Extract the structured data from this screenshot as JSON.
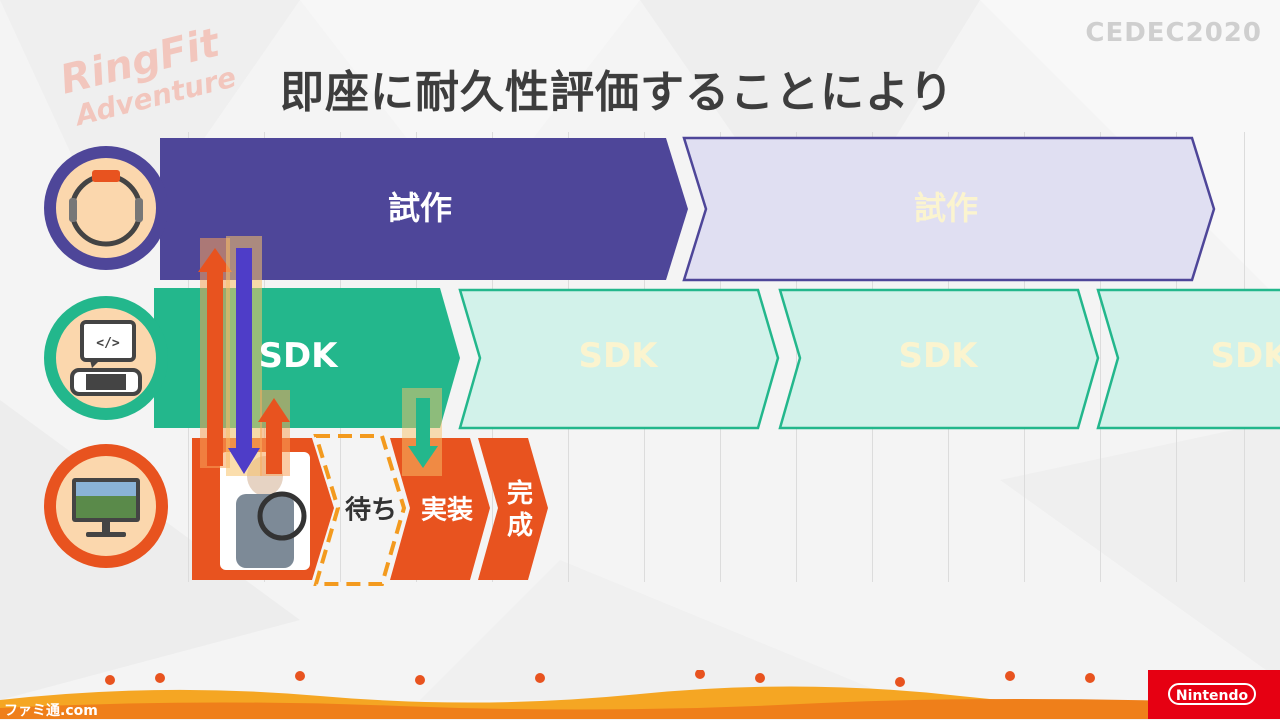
{
  "slide": {
    "title": "即座に耐久性評価することにより",
    "event_logo": "CEDEC2020",
    "game_logo": {
      "line1": "RingFit",
      "line2": "Adventure"
    },
    "publisher_logo": "Nintendo",
    "watermark": "ファミ通.com"
  },
  "rows": {
    "prototype": {
      "icon": "ring-con-icon",
      "stages": [
        "試作",
        "試作"
      ]
    },
    "sdk": {
      "icon": "switch-dev-icon",
      "stages": [
        "SDK",
        "SDK",
        "SDK",
        "SDK"
      ]
    },
    "game": {
      "icon": "tv-game-icon",
      "stages": [
        "待ち",
        "実装",
        "完成"
      ]
    }
  },
  "colors": {
    "prototype_active": "#4e4699",
    "prototype_pending": "#e0dff2",
    "sdk_active": "#23b78c",
    "sdk_pending": "#d2f2ea",
    "game_active": "#e8531f",
    "pending_text": "#fbf4cf",
    "wait_border": "#f39a1e"
  }
}
